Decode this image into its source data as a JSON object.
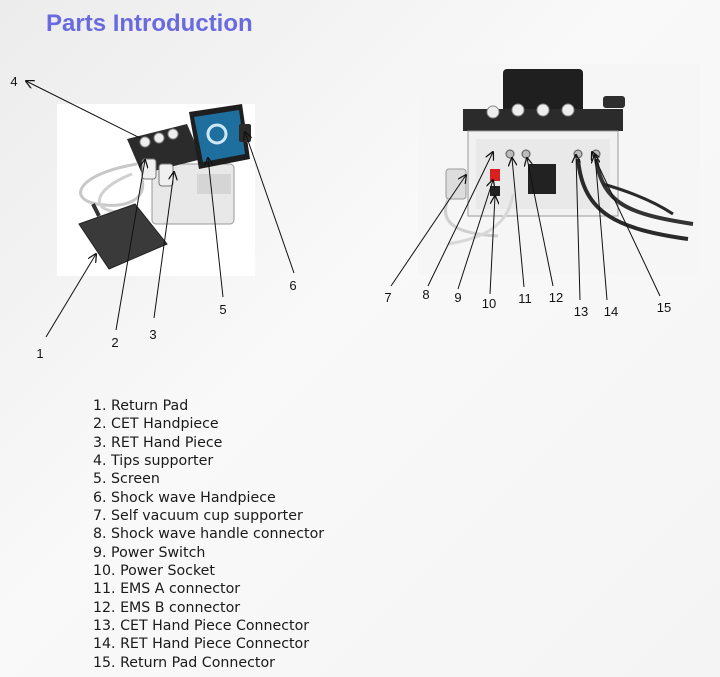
{
  "title": "Parts Introduction",
  "callouts": [
    "1",
    "2",
    "3",
    "4",
    "5",
    "6",
    "7",
    "8",
    "9",
    "10",
    "11",
    "12",
    "13",
    "14",
    "15"
  ],
  "parts": [
    "1. Return Pad",
    "2. CET Handpiece",
    "3. RET Hand Piece",
    "4. Tips supporter",
    "5. Screen",
    "6. Shock wave Handpiece",
    "7. Self vacuum cup supporter",
    "8. Shock wave handle connector",
    "9. Power Switch",
    "10. Power Socket",
    "11. EMS A connector",
    "12. EMS B connector",
    "13. CET Hand Piece Connector",
    "14. RET Hand Piece Connector",
    "15. Return Pad Connector"
  ]
}
